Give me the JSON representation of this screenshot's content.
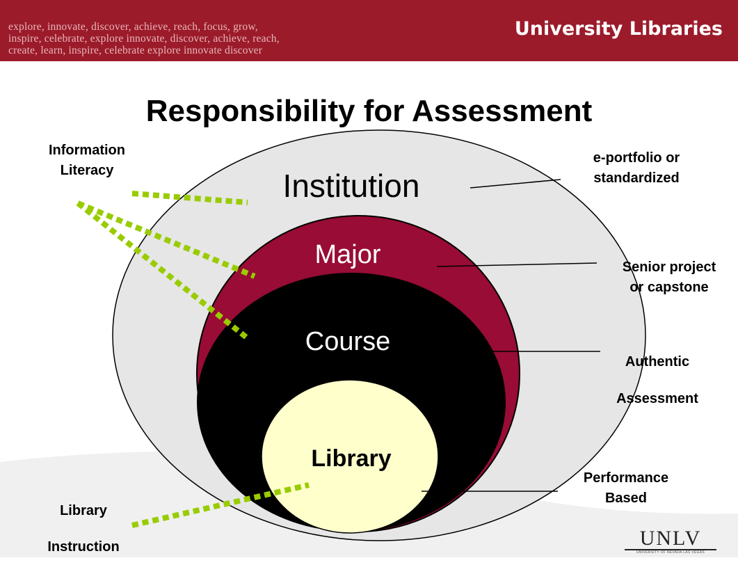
{
  "header": {
    "tagline_lines": [
      "explore,  innovate,  discover,  achieve,  reach,  focus,  grow,",
      "inspire, celebrate, explore  innovate, discover, achieve, reach,",
      "create,  learn,  inspire,  celebrate  explore  innovate  discover"
    ],
    "brand": "University Libraries"
  },
  "slide": {
    "title": "Responsibility for Assessment"
  },
  "circles": {
    "institution": "Institution",
    "major": "Major",
    "course": "Course",
    "library": "Library"
  },
  "labels": {
    "information_literacy": [
      "Information",
      "Literacy"
    ],
    "eportfolio": [
      "e-portfolio or",
      "standardized"
    ],
    "senior_project": [
      "Senior project",
      "or capstone"
    ],
    "authentic": [
      "Authentic",
      "Assessment"
    ],
    "performance": [
      "Performance",
      "Based"
    ],
    "library_instruction": [
      "Library",
      "Instruction"
    ]
  },
  "logo": {
    "main": "UNLV",
    "sub": "UNIVERSITY OF NEVADA LAS VEGAS"
  },
  "colors": {
    "banner": "#9b1b2a",
    "institution_fill": "#e6e6e6",
    "major_fill": "#980c35",
    "course_fill": "#000000",
    "library_fill": "#ffffcc",
    "dotted_line": "#99cc00"
  }
}
